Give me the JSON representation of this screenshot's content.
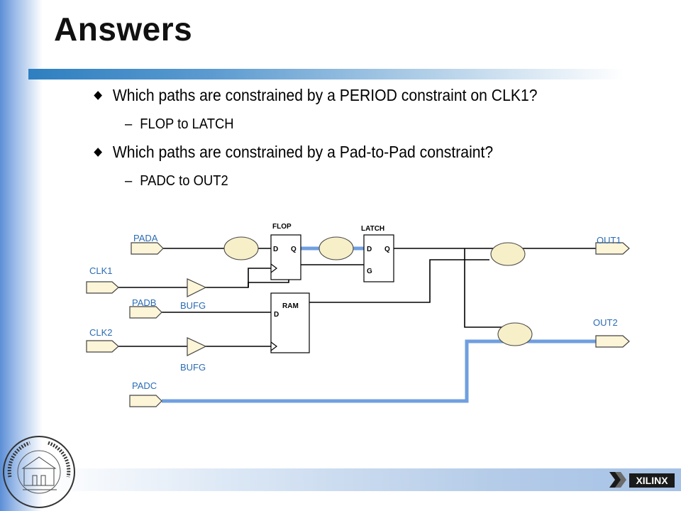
{
  "slide": {
    "title": "Answers",
    "bullets": [
      {
        "level": 1,
        "text": "Which paths are constrained by a PERIOD constraint on CLK1?"
      },
      {
        "level": 2,
        "text": "FLOP to LATCH"
      },
      {
        "level": 1,
        "text": "Which paths are constrained by a Pad-to-Pad constraint?"
      },
      {
        "level": 2,
        "text": "PADC to OUT2"
      }
    ],
    "dash": "–"
  },
  "diagram": {
    "inputs": [
      "PADA",
      "CLK1",
      "PADB",
      "CLK2",
      "PADC"
    ],
    "outputs": [
      "OUT1",
      "OUT2"
    ],
    "buffers": [
      "BUFG",
      "BUFG"
    ],
    "flop": {
      "title": "FLOP",
      "d": "D",
      "q": "Q"
    },
    "latch": {
      "title": "LATCH",
      "d": "D",
      "q": "Q",
      "g": "G"
    },
    "ram": {
      "title": "RAM",
      "d": "D"
    },
    "colors": {
      "label": "#2b6cb4",
      "wire": "#000000",
      "highlight": "#6f9fe0",
      "pad_fill": "#fdf5d8",
      "cloud_fill": "#f6efc8"
    }
  },
  "footer": {
    "logo": "XILINX",
    "seal_text": "UNIVERSITÀ DEGLI STUDI DI TRIESTE"
  }
}
